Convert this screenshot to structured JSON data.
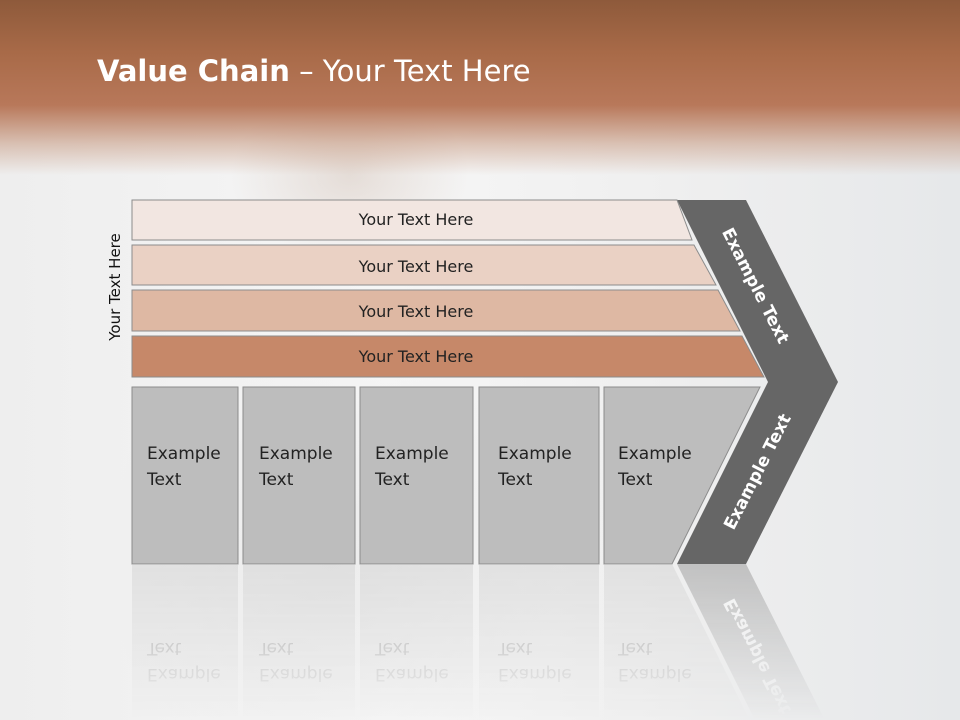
{
  "title": {
    "bold": "Value Chain",
    "rest": " – Your Text Here"
  },
  "side_label": "Your Text Here",
  "bars": [
    {
      "label": "Your Text Here",
      "color": "#f2e6e1"
    },
    {
      "label": "Your Text Here",
      "color": "#ead1c4"
    },
    {
      "label": "Your Text Here",
      "color": "#deb8a3"
    },
    {
      "label": "Your Text Here",
      "color": "#c68869"
    }
  ],
  "boxes": [
    {
      "line1": "Example",
      "line2": "Text"
    },
    {
      "line1": "Example",
      "line2": "Text"
    },
    {
      "line1": "Example",
      "line2": "Text"
    },
    {
      "line1": "Example",
      "line2": "Text"
    },
    {
      "line1": "Example",
      "line2": "Text"
    }
  ],
  "arrow_top_label": "Example Text",
  "arrow_bottom_label": "Example Text",
  "colors": {
    "box_fill": "#bdbdbd",
    "arrow_fill": "#666666",
    "header_brown": "#a86a48"
  }
}
